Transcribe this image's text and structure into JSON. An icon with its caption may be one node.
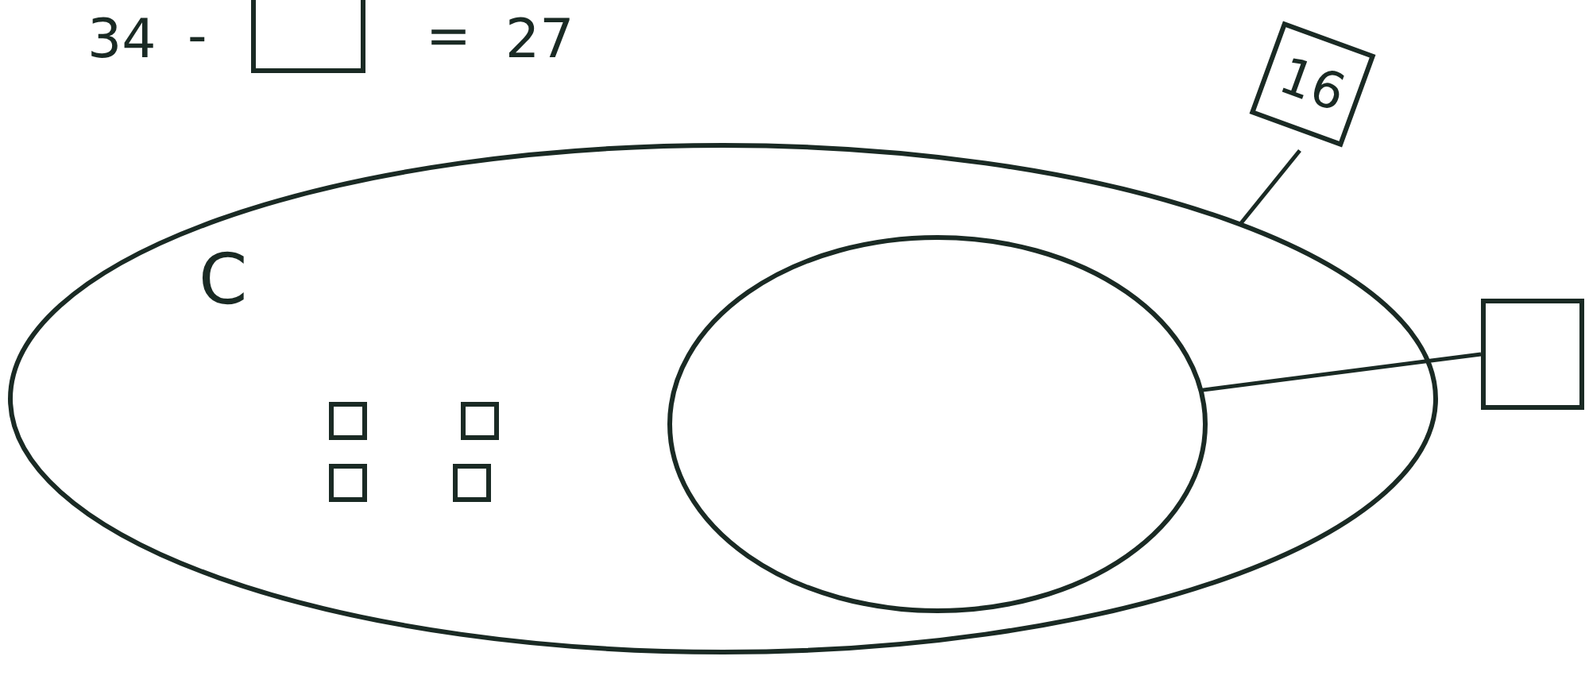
{
  "diagram": {
    "nodes": [
      {
        "text": [
          "C"
        ]
      },
      {
        "text": [],
        "shape": "ellipse",
        "in": 0
      },
      {
        "text": [],
        "shape": "box",
        "in": 0
      },
      {
        "text": [],
        "shape": "box",
        "in": 0
      },
      {
        "text": [],
        "shape": "box",
        "in": 0
      },
      {
        "text": [],
        "shape": "box",
        "in": 0
      },
      {
        "text": [
          "16"
        ]
      },
      {
        "text": [],
        "shape": "box"
      },
      {
        "text": [],
        "shape": "box"
      }
    ],
    "edges": [
      {
        "from": 6,
        "to": 0,
        "arrow": "none"
      },
      {
        "from": 1,
        "to": 7,
        "arrow": "none"
      }
    ],
    "labels": [
      "34",
      "-",
      "=",
      "27"
    ]
  }
}
